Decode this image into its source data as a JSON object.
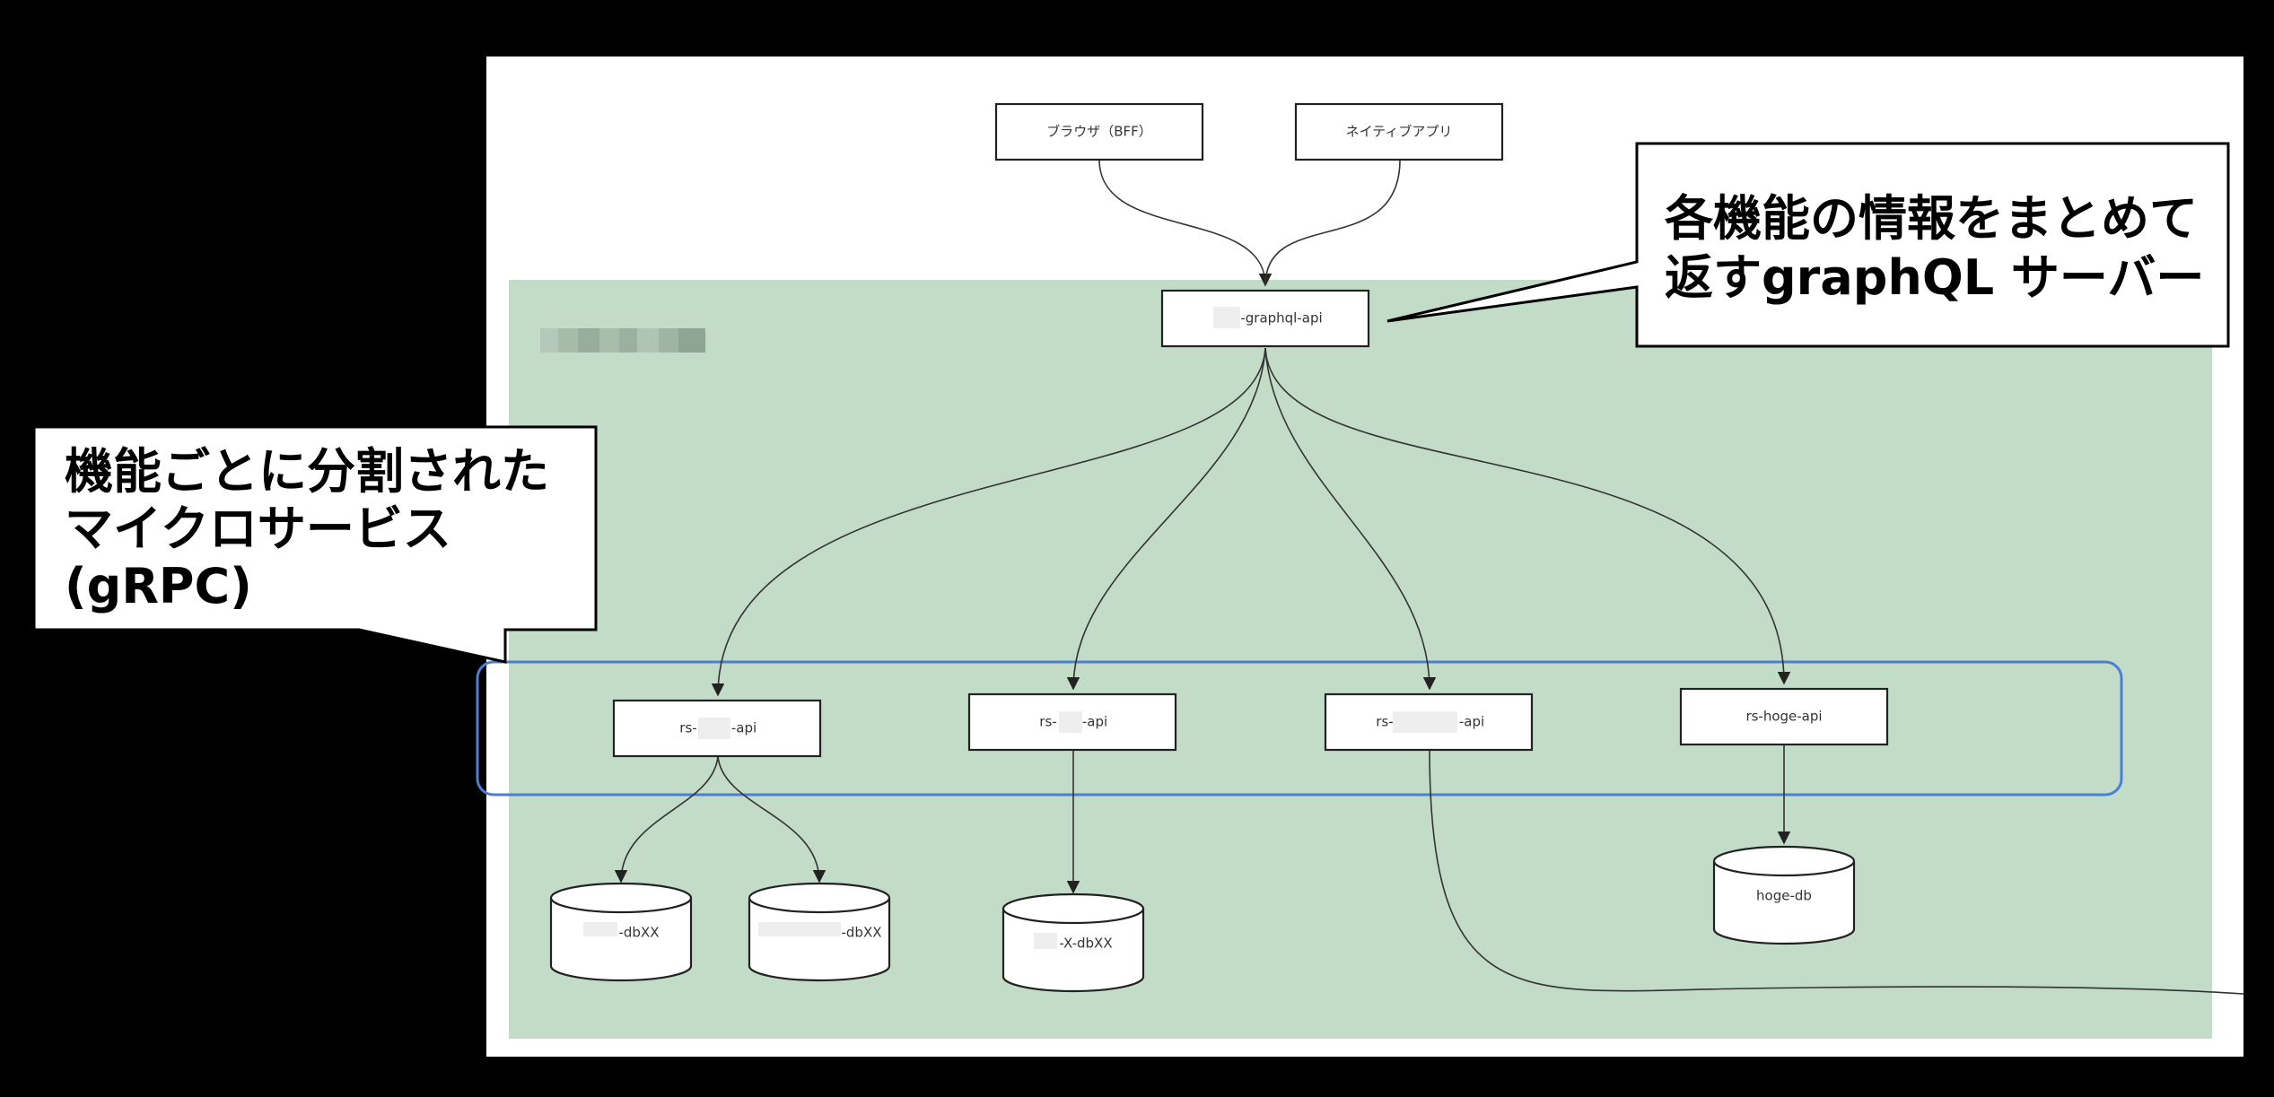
{
  "colors": {
    "background": "#000000",
    "canvas": "#ffffff",
    "region": "#c2dcc8",
    "group_outline": "#4a7fd4",
    "node_border": "#222222"
  },
  "clients": {
    "browser": "ブラウザ（BFF）",
    "native": "ネイティブアプリ"
  },
  "gateway": {
    "label": "-graphql-api"
  },
  "services": {
    "svc1": {
      "prefix": "rs-",
      "suffix": "-api"
    },
    "svc2": {
      "prefix": "rs-",
      "suffix": "-api"
    },
    "svc3": {
      "prefix": "rs-",
      "suffix": "-api"
    },
    "svc4": {
      "label": "rs-hoge-api"
    }
  },
  "databases": {
    "db1": "-dbXX",
    "db2": "-dbXX",
    "db3": "-X-dbXX",
    "db4": "hoge-db"
  },
  "callouts": {
    "graphql": [
      "各機能の情報をまとめて",
      "返すgraphQL サーバー"
    ],
    "micro": [
      "機能ごとに分割された",
      "マイクロサービス",
      "(gRPC)"
    ]
  }
}
